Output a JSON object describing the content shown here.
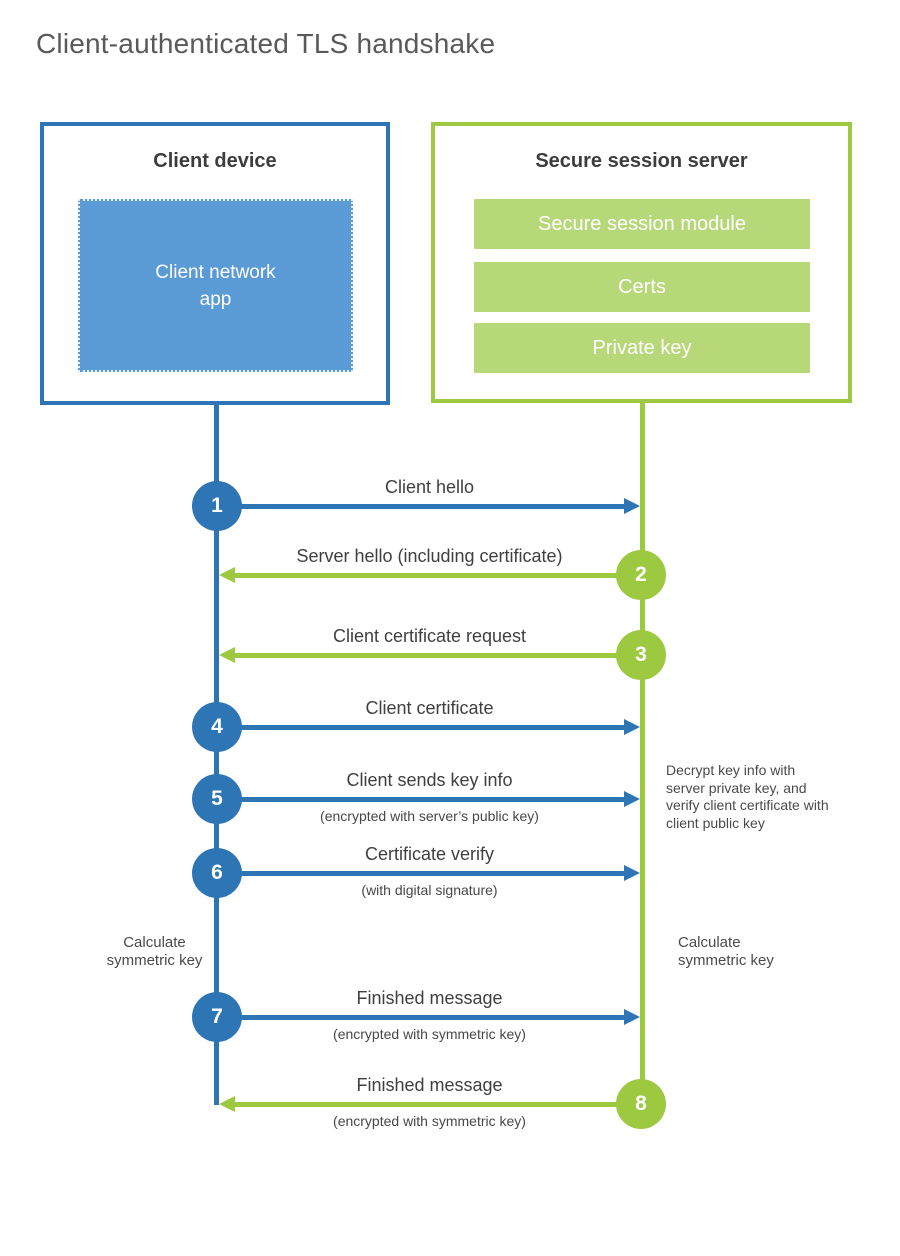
{
  "title": "Client-authenticated TLS handshake",
  "client_box": {
    "title": "Client device",
    "app_label": "Client network app"
  },
  "server_box": {
    "title": "Secure session server",
    "modules": [
      "Secure session module",
      "Certs",
      "Private key"
    ]
  },
  "messages": [
    {
      "num": "1",
      "label": "Client hello",
      "sublabel": "",
      "direction": "right",
      "color": "blue"
    },
    {
      "num": "2",
      "label": "Server hello (including certificate)",
      "sublabel": "",
      "direction": "left",
      "color": "green"
    },
    {
      "num": "3",
      "label": "Client certificate request",
      "sublabel": "",
      "direction": "left",
      "color": "green"
    },
    {
      "num": "4",
      "label": "Client certificate",
      "sublabel": "",
      "direction": "right",
      "color": "blue"
    },
    {
      "num": "5",
      "label": "Client sends key info",
      "sublabel": "(encrypted with server’s public key)",
      "direction": "right",
      "color": "blue"
    },
    {
      "num": "6",
      "label": "Certificate verify",
      "sublabel": "(with digital signature)",
      "direction": "right",
      "color": "blue"
    },
    {
      "num": "7",
      "label": "Finished message",
      "sublabel": "(encrypted with symmetric key)",
      "direction": "right",
      "color": "blue"
    },
    {
      "num": "8",
      "label": "Finished message",
      "sublabel": "(encrypted with symmetric key)",
      "direction": "left",
      "color": "green"
    }
  ],
  "notes": {
    "decrypt_note": "Decrypt key info with server private key, and verify client certificate with client public key",
    "client_calculate": "Calculate symmetric key",
    "server_calculate": "Calculate symmetric key"
  },
  "colors": {
    "blue": "#2E75B6",
    "blue_light": "#5B9BD5",
    "green": "#9CC93F",
    "green_light": "#B6D878"
  }
}
